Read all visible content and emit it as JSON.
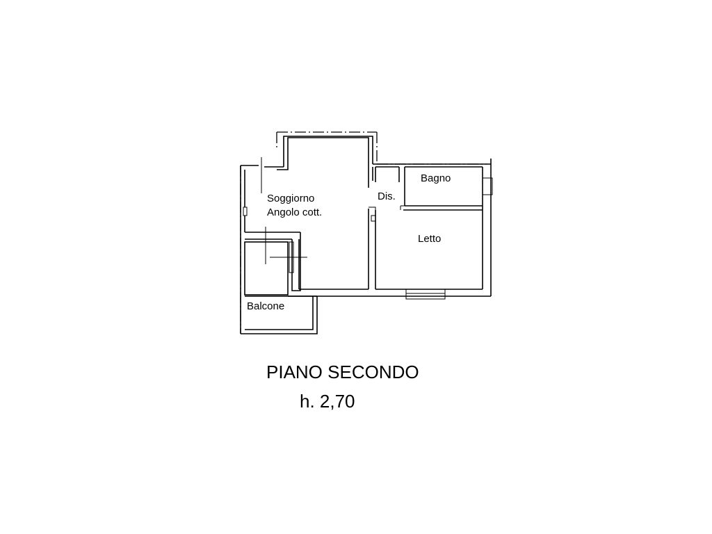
{
  "plan": {
    "rooms": {
      "soggiorno": "Soggiorno",
      "angolo_cottura": "Angolo cott.",
      "disimpegno": "Dis.",
      "bagno": "Bagno",
      "letto": "Letto",
      "balcone": "Balcone"
    },
    "floor_title": "PIANO SECONDO",
    "ceiling_height": "h. 2,70"
  }
}
